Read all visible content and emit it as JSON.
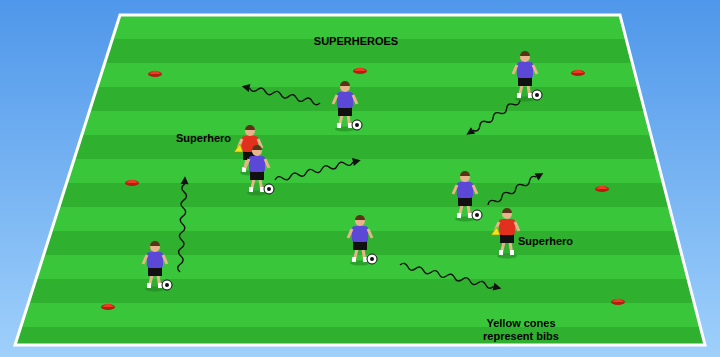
{
  "diagram": {
    "title": "SUPERHEROES",
    "labels": [
      "Superhero",
      "Superhero",
      "Yellow cones represent bibs"
    ]
  }
}
